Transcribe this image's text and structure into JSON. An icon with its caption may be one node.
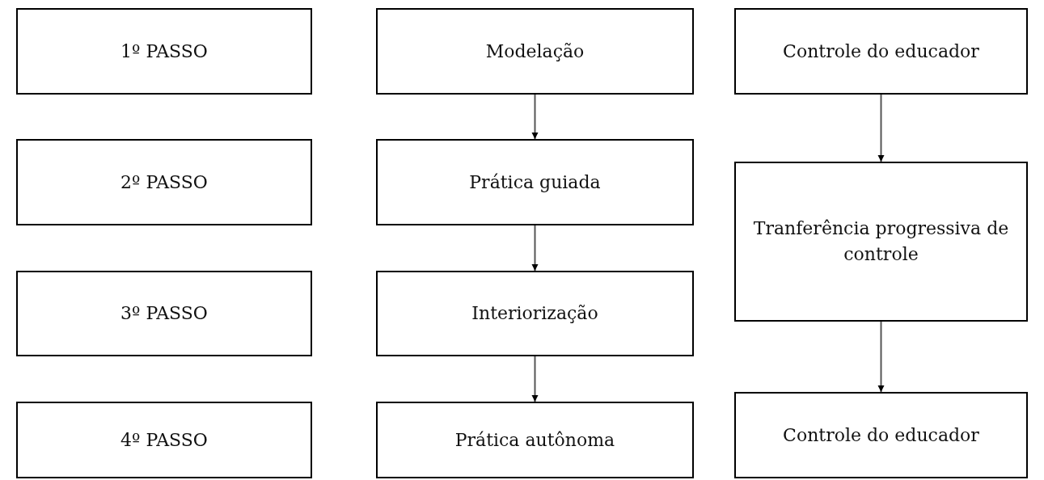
{
  "diagram": {
    "nodes": [
      {
        "text": [
          "1º PASSO"
        ]
      },
      {
        "text": [
          "2º PASSO"
        ]
      },
      {
        "text": [
          "3º PASSO"
        ]
      },
      {
        "text": [
          "4º PASSO"
        ]
      },
      {
        "text": [
          "Modelação"
        ]
      },
      {
        "text": [
          "Prática guiada"
        ]
      },
      {
        "text": [
          "Interiorização"
        ]
      },
      {
        "text": [
          "Prática autônoma"
        ]
      },
      {
        "text": [
          "Controle do educador"
        ]
      },
      {
        "text": [
          "Tranferência progressiva de controle"
        ]
      },
      {
        "text": [
          "Controle do educador"
        ]
      }
    ],
    "edges": [
      {
        "from": 4,
        "to": 5,
        "arrow": "to"
      },
      {
        "from": 5,
        "to": 6,
        "arrow": "to"
      },
      {
        "from": 6,
        "to": 7,
        "arrow": "to"
      },
      {
        "from": 8,
        "to": 9,
        "arrow": "to"
      },
      {
        "from": 9,
        "to": 10,
        "arrow": "to"
      }
    ]
  }
}
